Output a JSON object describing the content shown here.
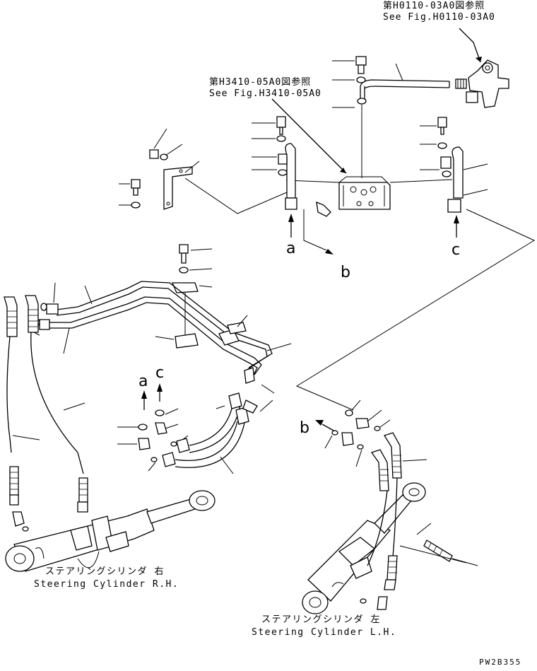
{
  "references": {
    "top_right_jp": "第H0110-03A0図参照",
    "top_right_en": "See Fig.H0110-03A0",
    "center_jp": "第H3410-05A0図参照",
    "center_en": "See Fig.H3410-05A0"
  },
  "callout_letters": {
    "a_top": "a",
    "b_top": "b",
    "c_top": "c",
    "a_mid": "a",
    "c_mid": "c",
    "b_right": "b"
  },
  "captions": {
    "right_cyl_jp": "ステアリングシリンダ 右",
    "right_cyl_en": "Steering Cylinder R.H.",
    "left_cyl_jp": "ステアリングシリンダ 左",
    "left_cyl_en": "Steering Cylinder L.H."
  },
  "drawing_code": "PW2B355"
}
